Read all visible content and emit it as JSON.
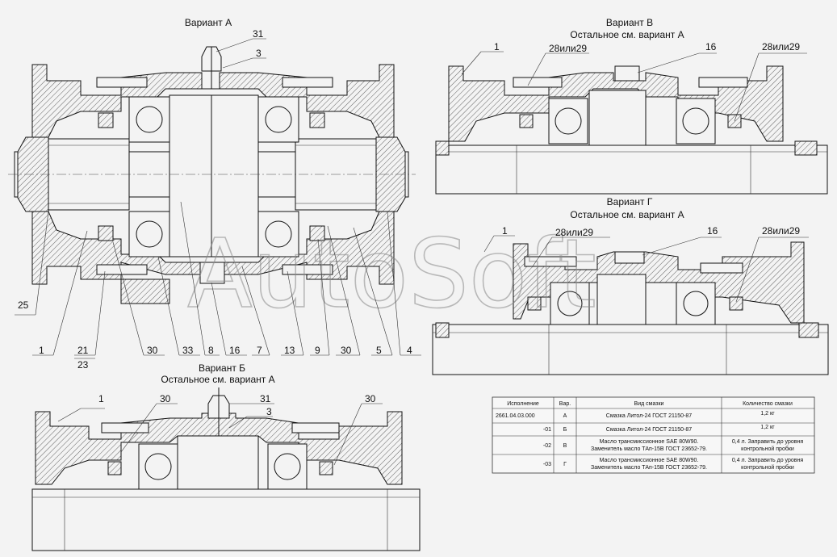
{
  "views": {
    "a": {
      "title": "Вариант А"
    },
    "b": {
      "title": "Вариант Б",
      "subtitle": "Остальное см.  вариант А"
    },
    "v": {
      "title": "Вариант В",
      "subtitle": "Остальное см.  вариант А"
    },
    "g": {
      "title": "Вариант Г",
      "subtitle": "Остальное см.  вариант А"
    }
  },
  "callouts": {
    "a": [
      "31",
      "3",
      "25",
      "1",
      "21",
      "23",
      "30",
      "33",
      "8",
      "16",
      "7",
      "13",
      "9",
      "30",
      "5",
      "4"
    ],
    "b": [
      "1",
      "30",
      "31",
      "3",
      "30"
    ],
    "v": [
      "1",
      "28или29",
      "16",
      "28или29"
    ],
    "g": [
      "1",
      "28или29",
      "16",
      "28или29"
    ]
  },
  "watermark": "AutoSoft",
  "table": {
    "headers": [
      "Исполнение",
      "Вар.",
      "Вид смазки",
      "Количество смазки"
    ],
    "rows": [
      {
        "isp": "2661.04.03.000",
        "var": "А",
        "lube": [
          "Смазка Литол-24 ГОСТ 21150-87"
        ],
        "qty": [
          "1,2 кг"
        ]
      },
      {
        "isp": "-01",
        "var": "Б",
        "lube": [
          "Смазка Литол-24 ГОСТ 21150-87"
        ],
        "qty": [
          "1,2 кг"
        ]
      },
      {
        "isp": "-02",
        "var": "В",
        "lube": [
          "Масло трансмиссионное SAE 80W90.",
          "Заменитель масло ТАп-15В ГОСТ 23652-79."
        ],
        "qty": [
          "0,4 л. Заправить до уровня",
          "контрольной пробки"
        ]
      },
      {
        "isp": "-03",
        "var": "Г",
        "lube": [
          "Масло трансмиссионное SAE 80W90.",
          "Заменитель масло ТАп-15В ГОСТ 23652-79."
        ],
        "qty": [
          "0,4 л. Заправить до уровня",
          "контрольной пробки"
        ]
      }
    ]
  }
}
